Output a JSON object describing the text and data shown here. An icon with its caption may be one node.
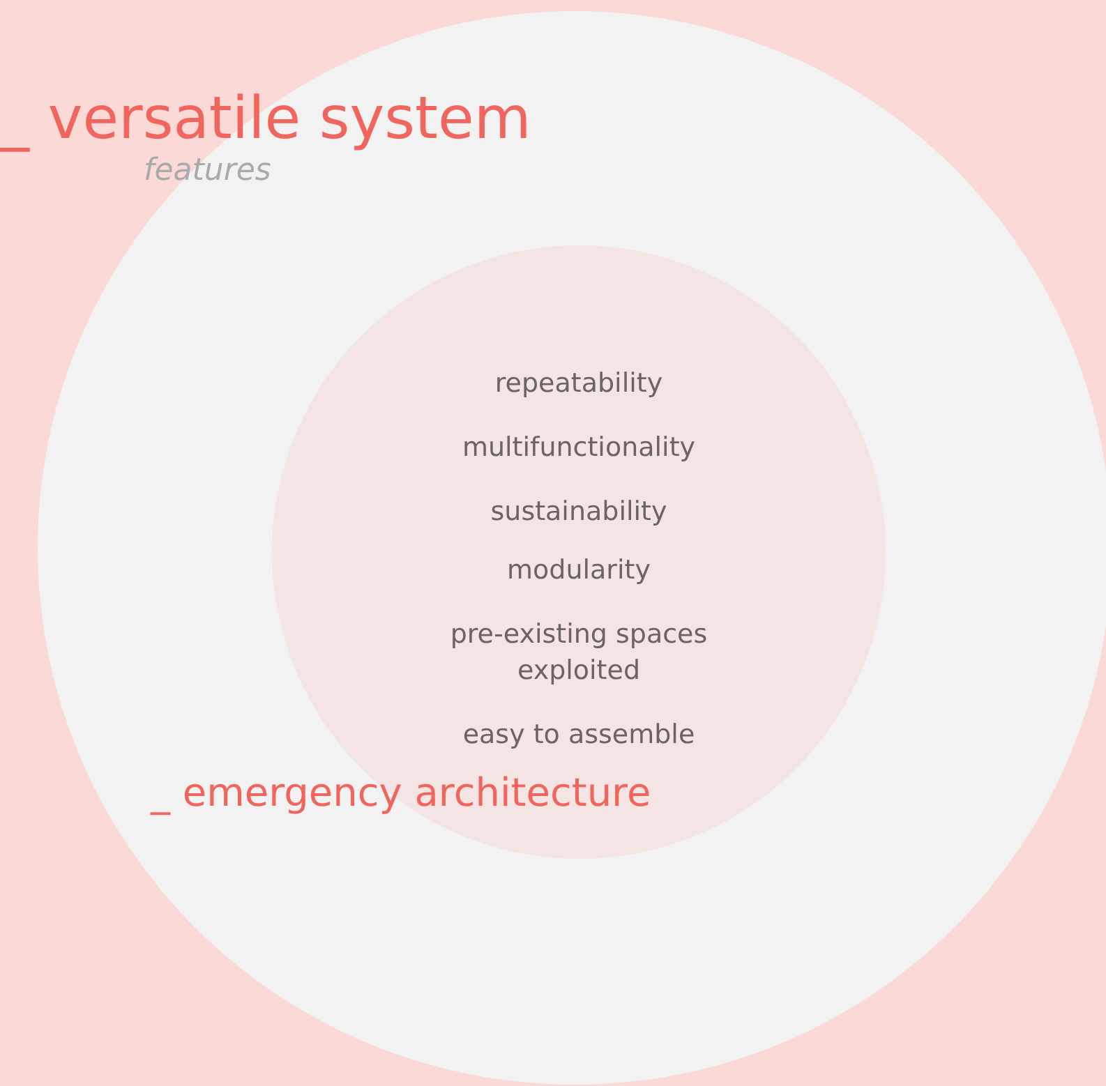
{
  "diagram": {
    "nodes": [
      {
        "text": [
          "_ versatile system",
          "features"
        ]
      },
      {
        "text": [
          "repeatability",
          "multifunctionality",
          "sustainability",
          "modularity",
          "pre-existing spaces exploited",
          "easy to assemble"
        ],
        "in": 0
      }
    ],
    "labels": [
      "_ emergency architecture"
    ]
  }
}
